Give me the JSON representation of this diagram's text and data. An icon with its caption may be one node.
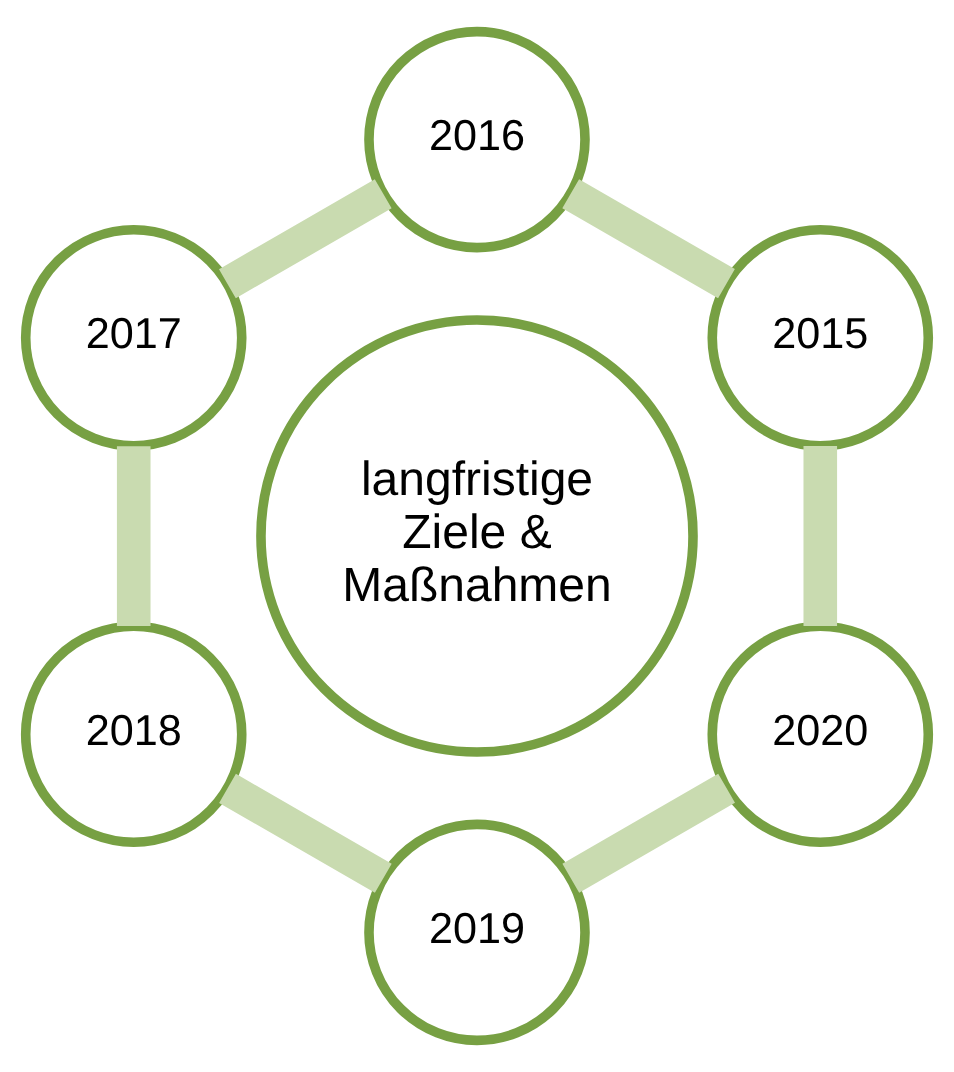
{
  "diagram": {
    "nodes": [
      {
        "text": [
          "2015"
        ]
      },
      {
        "text": [
          "2016"
        ]
      },
      {
        "text": [
          "2017"
        ]
      },
      {
        "text": [
          "2018"
        ]
      },
      {
        "text": [
          "2019"
        ]
      },
      {
        "text": [
          "2020"
        ]
      },
      {
        "text": [
          "langfristige Ziele & Maßnahmen"
        ]
      }
    ],
    "edges": [
      {
        "from": 0,
        "to": 1,
        "arrow": "none"
      },
      {
        "from": 1,
        "to": 2,
        "arrow": "none"
      },
      {
        "from": 2,
        "to": 3,
        "arrow": "none"
      },
      {
        "from": 3,
        "to": 4,
        "arrow": "none"
      },
      {
        "from": 4,
        "to": 5,
        "arrow": "none"
      },
      {
        "from": 5,
        "to": 0,
        "arrow": "none"
      }
    ]
  }
}
